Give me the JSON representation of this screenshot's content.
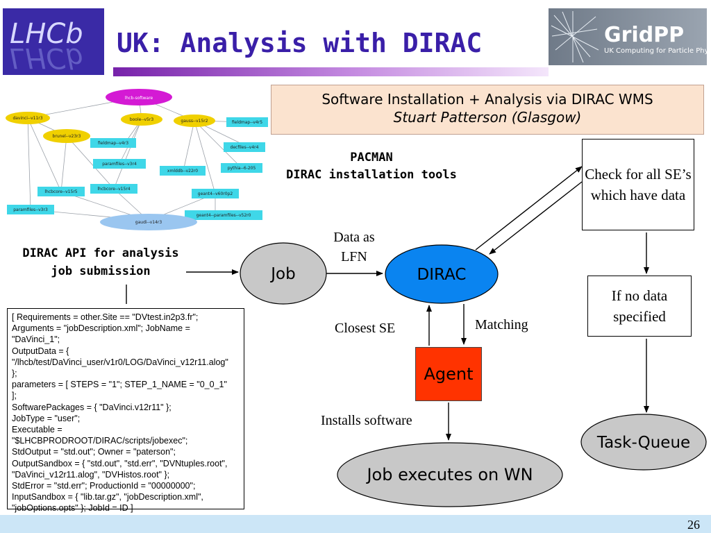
{
  "title": "UK: Analysis with DIRAC",
  "logos": {
    "lhcb": "LHCb",
    "gridpp": {
      "name": "GridPP",
      "tagline": "UK Computing for Particle Physics"
    }
  },
  "header": {
    "line1": "Software Installation + Analysis via DIRAC WMS",
    "line2": "Stuart Patterson (Glasgow)"
  },
  "pacman": {
    "line1": "PACMAN",
    "line2": "DIRAC installation tools"
  },
  "api_label": {
    "line1": "DIRAC API for analysis",
    "line2": "job submission"
  },
  "nodes": {
    "job": "Job",
    "dirac": "DIRAC",
    "agent": "Agent",
    "job_executes": "Job executes on WN",
    "task_queue": "Task-Queue"
  },
  "boxes": {
    "check": "Check for all SE’s which have data",
    "no_data": "If no data specified"
  },
  "edge_labels": {
    "data_as_lfn_1": "Data as",
    "data_as_lfn_2": "LFN",
    "closest_se": "Closest SE",
    "matching": "Matching",
    "installs_software": "Installs software"
  },
  "jdl_lines": [
    "[ Requirements = other.Site == \"DVtest.in2p3.fr\";",
    "Arguments = \"jobDescription.xml\"; JobName =",
    "\"DaVinci_1\";",
    "OutputData = {",
    "\"/lhcb/test/DaVinci_user/v1r0/LOG/DaVinci_v12r11.alog\"",
    "};",
    "parameters = [ STEPS = \"1\"; STEP_1_NAME = \"0_0_1\"",
    "];",
    "SoftwarePackages = { \"DaVinci.v12r11\" };",
    "JobType = \"user\";",
    "Executable =",
    "\"$LHCBPRODROOT/DIRAC/scripts/jobexec\";",
    "StdOutput = \"std.out\"; Owner = \"paterson\";",
    "OutputSandbox = { \"std.out\", \"std.err\", \"DVNtuples.root\",",
    "\"DaVinci_v12r11.alog\", \"DVHistos.root\" };",
    "StdError = \"std.err\"; ProductionId = \"00000000\";",
    "InputSandbox = { \"lib.tar.gz\", \"jobDescription.xml\",",
    "\"jobOptions.opts\" }; JobId = ID ]"
  ],
  "dep_graph": {
    "root": "lhcb-software",
    "nodes": [
      "davinci--v11r3",
      "boole--v5r3",
      "gauss--v15r2",
      "fieldmap--v4r5",
      "brunel--v23r3",
      "fieldmap--v4r3",
      "decfiles--v4r4",
      "paramfiles--v3r4",
      "xmlddb--v22r0",
      "pythia--6-205",
      "lhcbcore--v15r5",
      "lhcbcore--v15r4",
      "geant4--v60r0p2",
      "paramfiles--v3r3",
      "geant4--paramfiles--v52r0",
      "gaudi--v14r3"
    ]
  },
  "page_number": "26",
  "colors": {
    "title": "#3a1fa8",
    "dirac": "#0a84f0",
    "agent": "#ff3300",
    "grey_node": "#c8c8c8",
    "header_bg": "#fbe3cf",
    "footer_bg": "#cce6f7"
  }
}
